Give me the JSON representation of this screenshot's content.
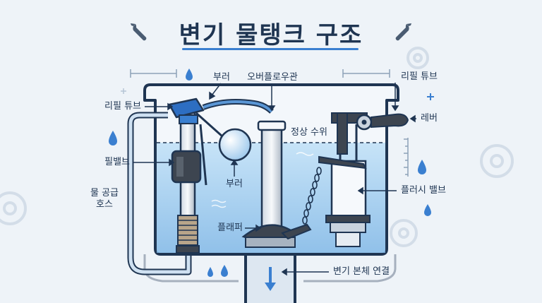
{
  "title": "변기 물탱크 구조",
  "labels": {
    "refill_tube_left": "리필 튜브",
    "float_top": "부러",
    "overflow_tube": "오버플로우관",
    "refill_tube_right": "리필 튜브",
    "lever": "레버",
    "water_level": "정상 수위",
    "fill_valve": "필밸브",
    "float_inner": "부러",
    "supply_hose": "물 공급\n호스",
    "flush_valve": "플러시 밸브",
    "flapper": "플래퍼",
    "toilet_connection": "변기 본체 연결"
  },
  "icons": [
    "wrench-icon",
    "water-drop-icon",
    "gear-icon"
  ],
  "colors": {
    "water": "#a9d1f0",
    "outline": "#1f3552",
    "accent": "#3a7fd0",
    "background": "#eef3f8"
  }
}
